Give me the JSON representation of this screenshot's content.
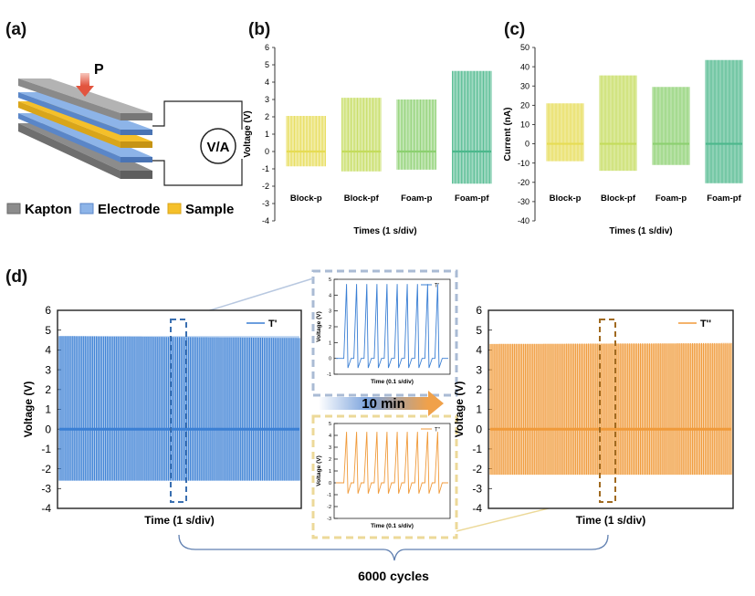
{
  "panel_labels": {
    "a": "(a)",
    "b": "(b)",
    "c": "(c)",
    "d": "(d)"
  },
  "schematic": {
    "pressure_label": "P",
    "meter_label": "V/A",
    "legend": [
      {
        "name": "Kapton",
        "color": "#8c8c8c"
      },
      {
        "name": "Electrode",
        "color": "#8db4e8"
      },
      {
        "name": "Sample",
        "color": "#f5c02a"
      }
    ]
  },
  "cycles_label": "6000 cycles",
  "arrow_label": "10 min",
  "colors": {
    "block_p": "#e6dc54",
    "block_pf": "#c4dc5c",
    "foam_p": "#8cd070",
    "foam_pf": "#4cb88c",
    "t_prime": "#3a7fd4",
    "t_double": "#f09a3a",
    "box_blue": "#aabbd4",
    "box_yellow": "#ecd999",
    "dash_blue": "#3a6fb0",
    "dash_brown": "#a06a20"
  },
  "chart_data": [
    {
      "id": "b",
      "type": "line",
      "xlabel": "Times (1 s/div)",
      "ylabel": "Voltage (V)",
      "ylim": [
        -4,
        6
      ],
      "yticks": [
        -4,
        -3,
        -2,
        -1,
        0,
        1,
        2,
        3,
        4,
        5,
        6
      ],
      "grid": false,
      "series": [
        {
          "name": "Block-p",
          "peak_max": 2.05,
          "peak_min": -0.85,
          "color_key": "block_p"
        },
        {
          "name": "Block-pf",
          "peak_max": 3.1,
          "peak_min": -1.15,
          "color_key": "block_pf"
        },
        {
          "name": "Foam-p",
          "peak_max": 3.0,
          "peak_min": -1.05,
          "color_key": "foam_p"
        },
        {
          "name": "Foam-pf",
          "peak_max": 4.65,
          "peak_min": -1.85,
          "color_key": "foam_pf"
        }
      ]
    },
    {
      "id": "c",
      "type": "line",
      "xlabel": "Times (1 s/div)",
      "ylabel": "Current (nA)",
      "ylim": [
        -40,
        50
      ],
      "yticks": [
        -40,
        -30,
        -20,
        -10,
        0,
        10,
        20,
        30,
        40,
        50
      ],
      "grid": false,
      "series": [
        {
          "name": "Block-p",
          "peak_max": 21,
          "peak_min": -9,
          "color_key": "block_p"
        },
        {
          "name": "Block-pf",
          "peak_max": 35.5,
          "peak_min": -14,
          "color_key": "block_pf"
        },
        {
          "name": "Foam-p",
          "peak_max": 29.5,
          "peak_min": -11,
          "color_key": "foam_p"
        },
        {
          "name": "Foam-pf",
          "peak_max": 43.5,
          "peak_min": -20.5,
          "color_key": "foam_pf"
        }
      ]
    },
    {
      "id": "d_left",
      "type": "line",
      "xlabel": "Time (1 s/div)",
      "ylabel": "Voltage (V)",
      "ylim": [
        -4,
        6
      ],
      "yticks": [
        -4,
        -3,
        -2,
        -1,
        0,
        1,
        2,
        3,
        4,
        5,
        6
      ],
      "legend_position": "top-right",
      "series": [
        {
          "name": "T'",
          "peak_max_start": 4.7,
          "peak_max_end": 4.6,
          "peak_min": -2.6,
          "color_key": "t_prime"
        }
      ]
    },
    {
      "id": "d_right",
      "type": "line",
      "xlabel": "Time (1 s/div)",
      "ylabel": "Voltage (V)",
      "ylim": [
        -4,
        6
      ],
      "yticks": [
        -4,
        -3,
        -2,
        -1,
        0,
        1,
        2,
        3,
        4,
        5,
        6
      ],
      "legend_position": "top-right",
      "series": [
        {
          "name": "T''",
          "peak_max_start": 4.3,
          "peak_max_end": 4.35,
          "peak_min": -2.3,
          "color_key": "t_double"
        }
      ]
    },
    {
      "id": "d_inset_top",
      "type": "line",
      "xlabel": "Time (0.1 s/div)",
      "ylabel": "Voltage (V)",
      "ylim": [
        -1,
        5
      ],
      "yticks": [
        -1,
        0,
        1,
        2,
        3,
        4,
        5
      ],
      "legend_position": "top-right",
      "series": [
        {
          "name": "T'",
          "pulse_count": 10,
          "peak_max": 4.7,
          "peak_min": -0.6,
          "color_key": "t_prime"
        }
      ]
    },
    {
      "id": "d_inset_bottom",
      "type": "line",
      "xlabel": "Time (0.1 s/div)",
      "ylabel": "Voltage (V)",
      "ylim": [
        -3,
        5
      ],
      "yticks": [
        -3,
        -2,
        -1,
        0,
        1,
        2,
        3,
        4,
        5
      ],
      "legend_position": "top-right",
      "series": [
        {
          "name": "T''",
          "pulse_count": 10,
          "peak_max": 4.3,
          "peak_min": -0.9,
          "color_key": "t_double"
        }
      ]
    }
  ]
}
